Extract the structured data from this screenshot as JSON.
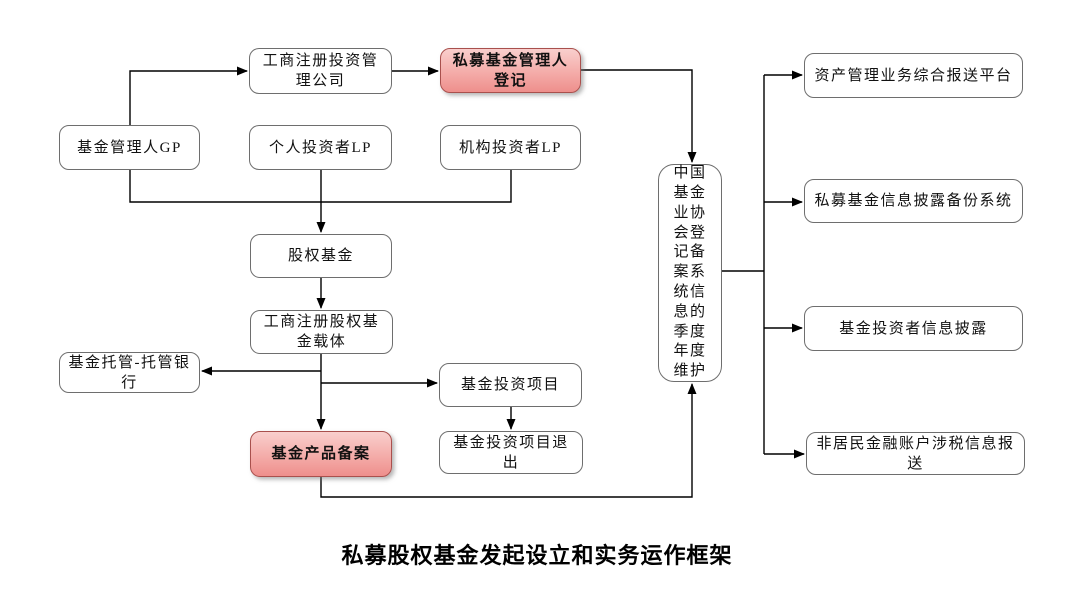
{
  "title": "私募股权基金发起设立和实务运作框架",
  "colors": {
    "box_border": "#6e6e6e",
    "highlight_border": "#a9504d",
    "highlight_fill_top": "#f9cfcd",
    "highlight_fill_bottom": "#ee8f8c",
    "line": "#000000",
    "text": "#111111"
  },
  "nodes": {
    "gongshang_invest_co": {
      "label": "工商注册投资管理公司"
    },
    "manager_registration": {
      "label": "私募基金管理人登记",
      "highlighted": "true"
    },
    "fund_manager_gp": {
      "label": "基金管理人GP"
    },
    "individual_lp": {
      "label": "个人投资者LP"
    },
    "institutional_lp": {
      "label": "机构投资者LP"
    },
    "equity_fund": {
      "label": "股权基金"
    },
    "gongshang_equity_vehicle": {
      "label": "工商注册股权基金载体"
    },
    "fund_custody_bank": {
      "label": "基金托管-托管银行"
    },
    "fund_investment_project": {
      "label": "基金投资项目"
    },
    "project_exit": {
      "label": "基金投资项目退出"
    },
    "product_filing": {
      "label": "基金产品备案",
      "highlighted": "true"
    },
    "amac_maintenance": {
      "label": "中国基金业协会登记备案系统信息的季度年度维护"
    },
    "asset_mgmt_reporting_platform": {
      "label": "资产管理业务综合报送平台"
    },
    "disclosure_backup_system": {
      "label": "私募基金信息披露备份系统"
    },
    "investor_disclosure": {
      "label": "基金投资者信息披露"
    },
    "nonresident_tax_reporting": {
      "label": "非居民金融账户涉税信息报送"
    }
  }
}
